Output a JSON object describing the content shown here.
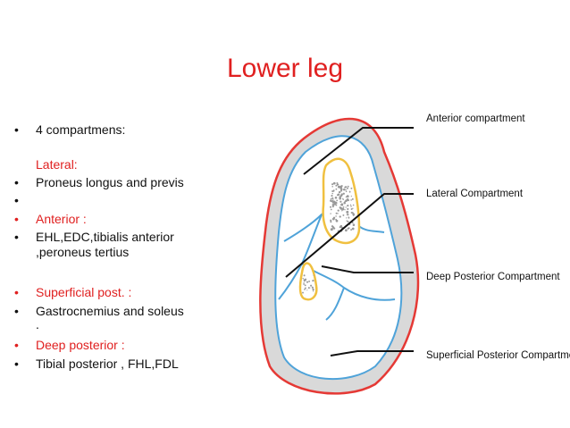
{
  "title": "Lower leg",
  "bullets": [
    {
      "bullet": "•",
      "text": "4 compartmens:",
      "color": "#111111"
    },
    {
      "bullet": "",
      "text": "Lateral:",
      "color": "#e02020"
    },
    {
      "bullet": "•",
      "text": "Proneus longus and previs",
      "color": "#111111"
    },
    {
      "bullet": "•",
      "text": "",
      "color": "#111111"
    },
    {
      "bullet": "•",
      "text": "Anterior :",
      "color": "#e02020"
    },
    {
      "bullet": "•",
      "text": "EHL,EDC,tibialis anterior",
      "color": "#111111"
    },
    {
      "bullet": "",
      "text": ",peroneus tertius",
      "color": "#111111"
    },
    {
      "bullet": "•",
      "text": "Superficial post. :",
      "color": "#e02020"
    },
    {
      "bullet": "•",
      "text": "Gastrocnemius and soleus",
      "color": "#111111"
    },
    {
      "bullet": "",
      "text": ".",
      "color": "#111111"
    },
    {
      "bullet": "•",
      "text": "Deep posterior :",
      "color": "#e02020"
    },
    {
      "bullet": "•",
      "text": "Tibial posterior , FHL,FDL",
      "color": "#111111"
    }
  ],
  "diagram": {
    "labels": {
      "anterior": "Anterior compartment",
      "lateral": "Lateral Compartment",
      "deep_posterior": "Deep Posterior Compartment",
      "superficial_posterior": "Superficial Posterior Compartment"
    },
    "colors": {
      "skin": "#e53935",
      "fill": "#d9d9d9",
      "fascia": "#4fa3d9",
      "bone": "#f0c040",
      "leader": "#111111"
    }
  }
}
